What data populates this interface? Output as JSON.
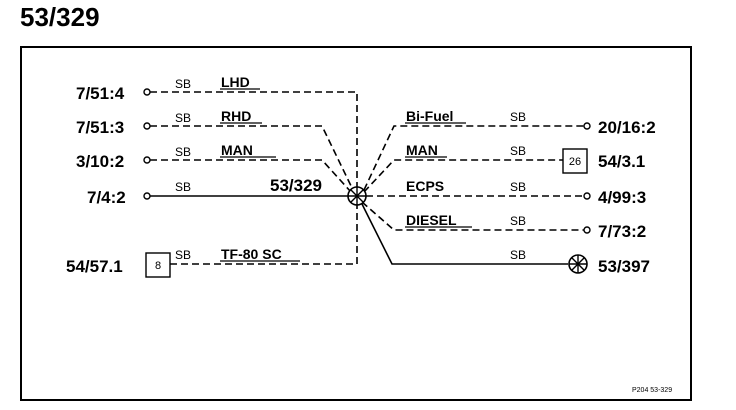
{
  "title": "53/329",
  "splice": {
    "label": "53/329"
  },
  "figure_ref": "P204 53-329",
  "left_connections": [
    {
      "terminal": "7/51:4",
      "wire_code": "SB",
      "variant": "LHD"
    },
    {
      "terminal": "7/51:3",
      "wire_code": "SB",
      "variant": "RHD"
    },
    {
      "terminal": "3/10:2",
      "wire_code": "SB",
      "variant": "MAN"
    },
    {
      "terminal": "7/4:2",
      "wire_code": "SB",
      "variant": ""
    },
    {
      "terminal": "54/57.1",
      "box_number": "8",
      "wire_code": "SB",
      "variant": "TF-80 SC"
    }
  ],
  "right_connections": [
    {
      "terminal": "20/16:2",
      "wire_code": "SB",
      "variant": "Bi-Fuel"
    },
    {
      "terminal": "54/3.1",
      "box_number": "26",
      "wire_code": "SB",
      "variant": "MAN"
    },
    {
      "terminal": "4/99:3",
      "wire_code": "SB",
      "variant": "ECPS"
    },
    {
      "terminal": "7/73:2",
      "wire_code": "SB",
      "variant": "DIESEL"
    },
    {
      "terminal": "53/397",
      "wire_code": "SB",
      "variant": ""
    }
  ]
}
